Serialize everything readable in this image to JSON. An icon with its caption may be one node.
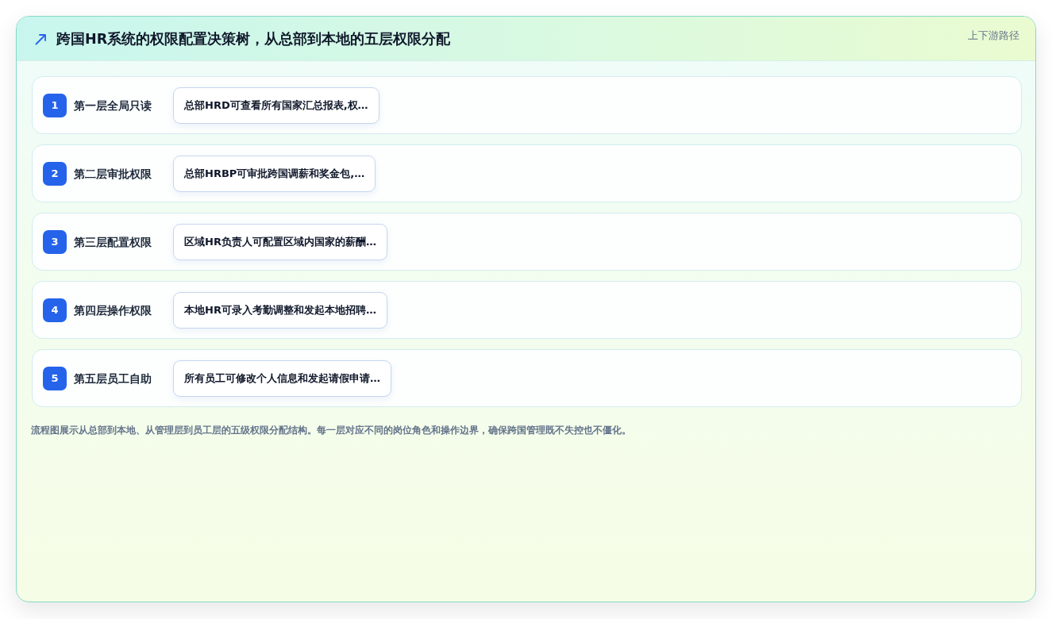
{
  "diagram": {
    "title": "跨国HR系统的权限配置决策树，从总部到本地的五层权限分配",
    "caption": "流程图展示从总部到本地、从管理层到员工层的五级权限分配结构。每一层对应不同的岗位角色和操作边界，确保跨国管理既不失控也不僵化。",
    "nodes": [
      {
        "text": [
          "第一层全局只读"
        ]
      },
      {
        "text": [
          "1"
        ],
        "in": 0
      },
      {
        "text": [
          "总部HRD可查看所有国家汇总报表,权…"
        ],
        "in": 0
      },
      {
        "text": [
          "第二层审批权限"
        ]
      },
      {
        "text": [
          "2"
        ],
        "in": 3
      },
      {
        "text": [
          "总部HRBP可审批跨国调薪和奖金包,…"
        ],
        "in": 3
      },
      {
        "text": [
          "第三层配置权限"
        ]
      },
      {
        "text": [
          "3"
        ],
        "in": 6
      },
      {
        "text": [
          "区域HR负责人可配置区域内国家的薪酬…"
        ],
        "in": 6
      },
      {
        "text": [
          "第四层操作权限"
        ]
      },
      {
        "text": [
          "4"
        ],
        "in": 9
      },
      {
        "text": [
          "本地HR可录入考勤调整和发起本地招聘…"
        ],
        "in": 9
      },
      {
        "text": [
          "第五层员工自助"
        ]
      },
      {
        "text": [
          "5"
        ],
        "in": 12
      },
      {
        "text": [
          "所有员工可修改个人信息和发起请假申请…"
        ],
        "in": 12
      }
    ],
    "labels": [
      "上下游路径"
    ]
  }
}
